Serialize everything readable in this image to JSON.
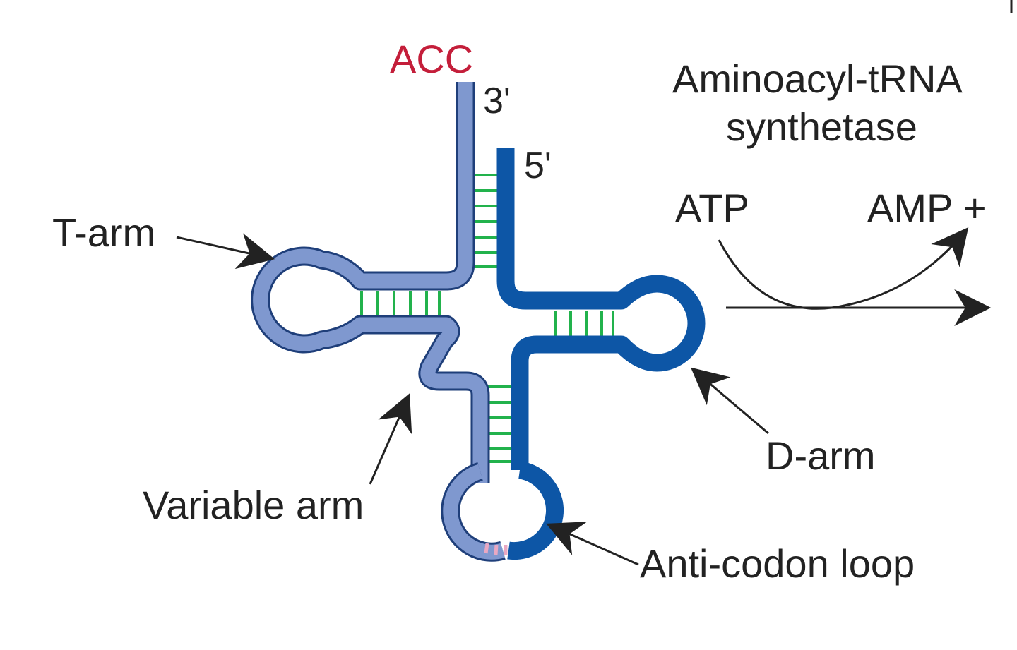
{
  "labels": {
    "acc": "ACC",
    "three_prime": "3'",
    "five_prime": "5'",
    "enzyme_line1": "Aminoacyl-tRNA",
    "enzyme_line2": "synthetase",
    "atp": "ATP",
    "amp": "AMP +",
    "t_arm": "T-arm",
    "d_arm": "D-arm",
    "variable_arm": "Variable arm",
    "anticodon_loop": "Anti-codon loop"
  },
  "colors": {
    "strand_5prime": "#0d56a6",
    "strand_3prime": "#7f98cf",
    "strand_outline": "#1f3f7a",
    "base_pairs": "#22b24c",
    "anticodon_bases": "#e9a8c3",
    "acc_text": "#c41e3a",
    "text": "#222222",
    "arrows": "#222222"
  }
}
